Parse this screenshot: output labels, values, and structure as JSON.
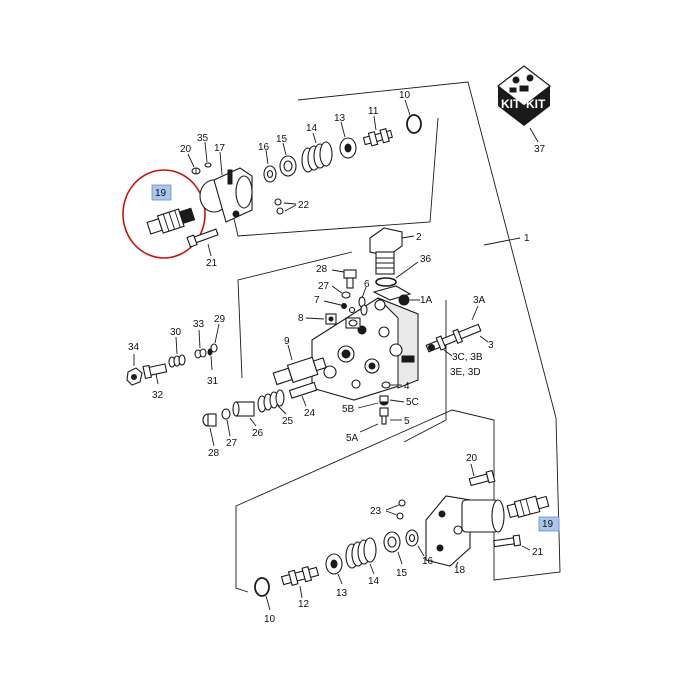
{
  "diagram": {
    "kit_labels": [
      "KIT",
      "KIT"
    ],
    "kit_part_number": "37",
    "assembly_number": "1",
    "highlight_label": "19",
    "highlight_color": "#aac6ec",
    "circle_color": "#cc1111",
    "upper_assembly": {
      "labels": [
        "10",
        "11",
        "13",
        "14",
        "15",
        "16",
        "17",
        "20",
        "35",
        "22",
        "21"
      ]
    },
    "valve_body": {
      "labels": [
        "2",
        "36",
        "28",
        "27",
        "6",
        "7",
        "1A",
        "8",
        "3A",
        "3",
        "3C, 3B",
        "3E, 3D",
        "9",
        "4",
        "5B",
        "5C",
        "5",
        "5A",
        "29",
        "30",
        "33",
        "31",
        "34",
        "32",
        "24",
        "25",
        "26",
        "27",
        "28"
      ]
    },
    "lower_assembly": {
      "labels": [
        "20",
        "23",
        "19",
        "21",
        "18",
        "16",
        "15",
        "14",
        "13",
        "12",
        "10"
      ]
    }
  }
}
